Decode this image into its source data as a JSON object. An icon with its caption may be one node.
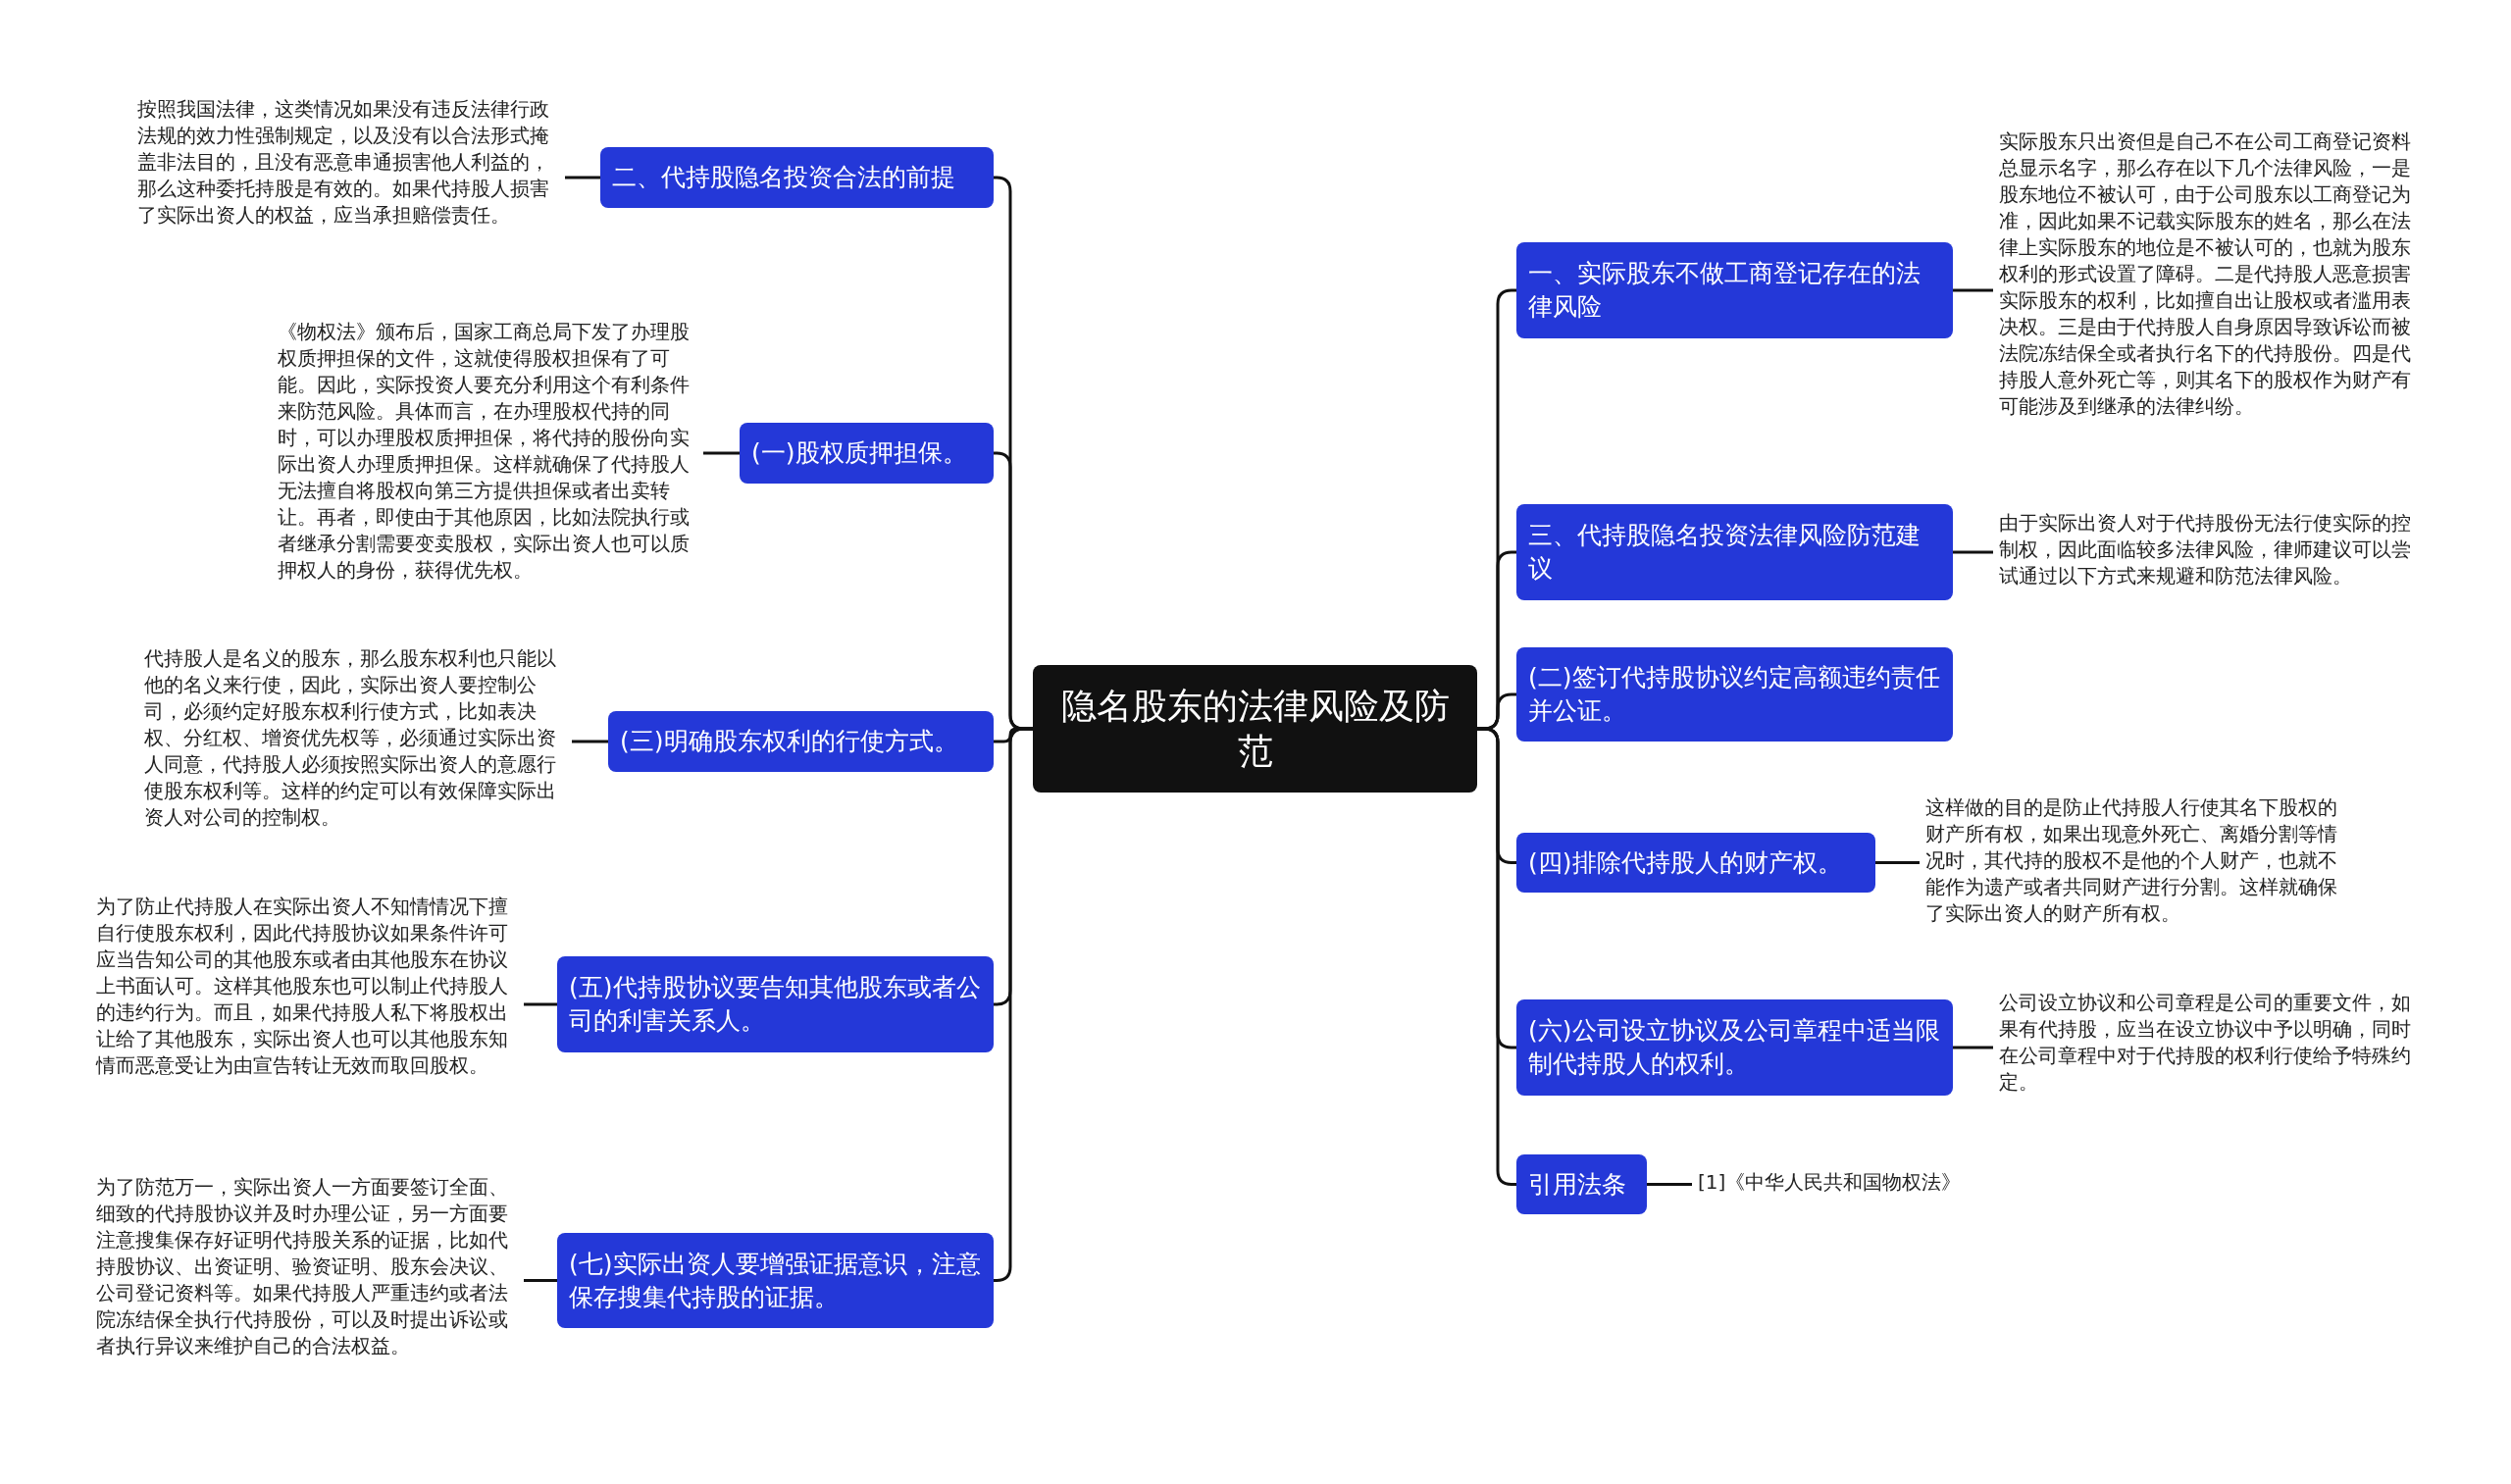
{
  "diagram": {
    "nodes": [
      {
        "text": [
          "隐名股东的法律风险及防范"
        ]
      },
      {
        "text": [
          "二、代持股隐名投资合法的前提"
        ]
      },
      {
        "text": [
          "按照我国法律，这类情况如果没有违反法律行政法规的效力性强制规定，以及没有以合法形式掩盖非法目的，且没有恶意串通损害他人利益的，那么这种委托持股是有效的。如果代持股人损害了实际出资人的权益，应当承担赔偿责任。"
        ]
      },
      {
        "text": [
          "(一)股权质押担保。"
        ]
      },
      {
        "text": [
          "《物权法》颁布后，国家工商总局下发了办理股权质押担保的文件，这就使得股权担保有了可能。因此，实际投资人要充分利用这个有利条件来防范风险。具体而言，在办理股权代持的同时，可以办理股权质押担保，将代持的股份向实际出资人办理质押担保。这样就确保了代持股人无法擅自将股权向第三方提供担保或者出卖转让。再者，即使由于其他原因，比如法院执行或者继承分割需要变卖股权，实际出资人也可以质押权人的身份，获得优先权。"
        ]
      },
      {
        "text": [
          "(三)明确股东权利的行使方式。"
        ]
      },
      {
        "text": [
          "代持股人是名义的股东，那么股东权利也只能以他的名义来行使，因此，实际出资人要控制公司，必须约定好股东权利行使方式，比如表决权、分红权、增资优先权等，必须通过实际出资人同意，代持股人必须按照实际出资人的意愿行使股东权利等。这样的约定可以有效保障实际出资人对公司的控制权。"
        ]
      },
      {
        "text": [
          "(五)代持股协议要告知其他股东或者公司的利害关系人。"
        ]
      },
      {
        "text": [
          "为了防止代持股人在实际出资人不知情情况下擅自行使股东权利，因此代持股协议如果条件许可应当告知公司的其他股东或者由其他股东在协议上书面认可。这样其他股东也可以制止代持股人的违约行为。而且，如果代持股人私下将股权出让给了其他股东，实际出资人也可以其他股东知情而恶意受让为由宣告转让无效而取回股权。"
        ]
      },
      {
        "text": [
          "(七)实际出资人要增强证据意识，注意保存搜集代持股的证据。"
        ]
      },
      {
        "text": [
          "为了防范万一，实际出资人一方面要签订全面、细致的代持股协议并及时办理公证，另一方面要注意搜集保存好证明代持股关系的证据，比如代持股协议、出资证明、验资证明、股东会决议、公司登记资料等。如果代持股人严重违约或者法院冻结保全执行代持股份，可以及时提出诉讼或者执行异议来维护自己的合法权益。"
        ]
      },
      {
        "text": [
          "一、实际股东不做工商登记存在的法律风险"
        ]
      },
      {
        "text": [
          "实际股东只出资但是自己不在公司工商登记资料总显示名字，那么存在以下几个法律风险，一是股东地位不被认可，由于公司股东以工商登记为准，因此如果不记载实际股东的姓名，那么在法律上实际股东的地位是不被认可的，也就为股东权利的形式设置了障碍。二是代持股人恶意损害实际股东的权利，比如擅自出让股权或者滥用表决权。三是由于代持股人自身原因导致诉讼而被法院冻结保全或者执行名下的代持股份。四是代持股人意外死亡等，则其名下的股权作为财产有可能涉及到继承的法律纠纷。"
        ]
      },
      {
        "text": [
          "三、代持股隐名投资法律风险防范建议"
        ]
      },
      {
        "text": [
          "由于实际出资人对于代持股份无法行使实际的控制权，因此面临较多法律风险，律师建议可以尝试通过以下方式来规避和防范法律风险。"
        ]
      },
      {
        "text": [
          "(二)签订代持股协议约定高额违约责任并公证。"
        ]
      },
      {
        "text": [
          "(四)排除代持股人的财产权。"
        ]
      },
      {
        "text": [
          "这样做的目的是防止代持股人行使其名下股权的财产所有权，如果出现意外死亡、离婚分割等情况时，其代持的股权不是他的个人财产，也就不能作为遗产或者共同财产进行分割。这样就确保了实际出资人的财产所有权。"
        ]
      },
      {
        "text": [
          "(六)公司设立协议及公司章程中适当限制代持股人的权利。"
        ]
      },
      {
        "text": [
          "公司设立协议和公司章程是公司的重要文件，如果有代持股，应当在设立协议中予以明确，同时在公司章程中对于代持股的权利行使给予特殊约定。"
        ]
      },
      {
        "text": [
          "引用法条"
        ]
      },
      {
        "text": [
          "[1]《中华人民共和国物权法》"
        ]
      }
    ],
    "edges": [
      {
        "from": 0,
        "to": 1,
        "arrow": "none"
      },
      {
        "from": 1,
        "to": 2,
        "arrow": "none"
      },
      {
        "from": 0,
        "to": 3,
        "arrow": "none"
      },
      {
        "from": 3,
        "to": 4,
        "arrow": "none"
      },
      {
        "from": 0,
        "to": 5,
        "arrow": "none"
      },
      {
        "from": 5,
        "to": 6,
        "arrow": "none"
      },
      {
        "from": 0,
        "to": 7,
        "arrow": "none"
      },
      {
        "from": 7,
        "to": 8,
        "arrow": "none"
      },
      {
        "from": 0,
        "to": 9,
        "arrow": "none"
      },
      {
        "from": 9,
        "to": 10,
        "arrow": "none"
      },
      {
        "from": 0,
        "to": 11,
        "arrow": "none"
      },
      {
        "from": 11,
        "to": 12,
        "arrow": "none"
      },
      {
        "from": 0,
        "to": 13,
        "arrow": "none"
      },
      {
        "from": 13,
        "to": 14,
        "arrow": "none"
      },
      {
        "from": 0,
        "to": 15,
        "arrow": "none"
      },
      {
        "from": 0,
        "to": 16,
        "arrow": "none"
      },
      {
        "from": 16,
        "to": 17,
        "arrow": "none"
      },
      {
        "from": 0,
        "to": 18,
        "arrow": "none"
      },
      {
        "from": 18,
        "to": 19,
        "arrow": "none"
      },
      {
        "from": 0,
        "to": 20,
        "arrow": "none"
      },
      {
        "from": 20,
        "to": 21,
        "arrow": "none"
      }
    ]
  }
}
